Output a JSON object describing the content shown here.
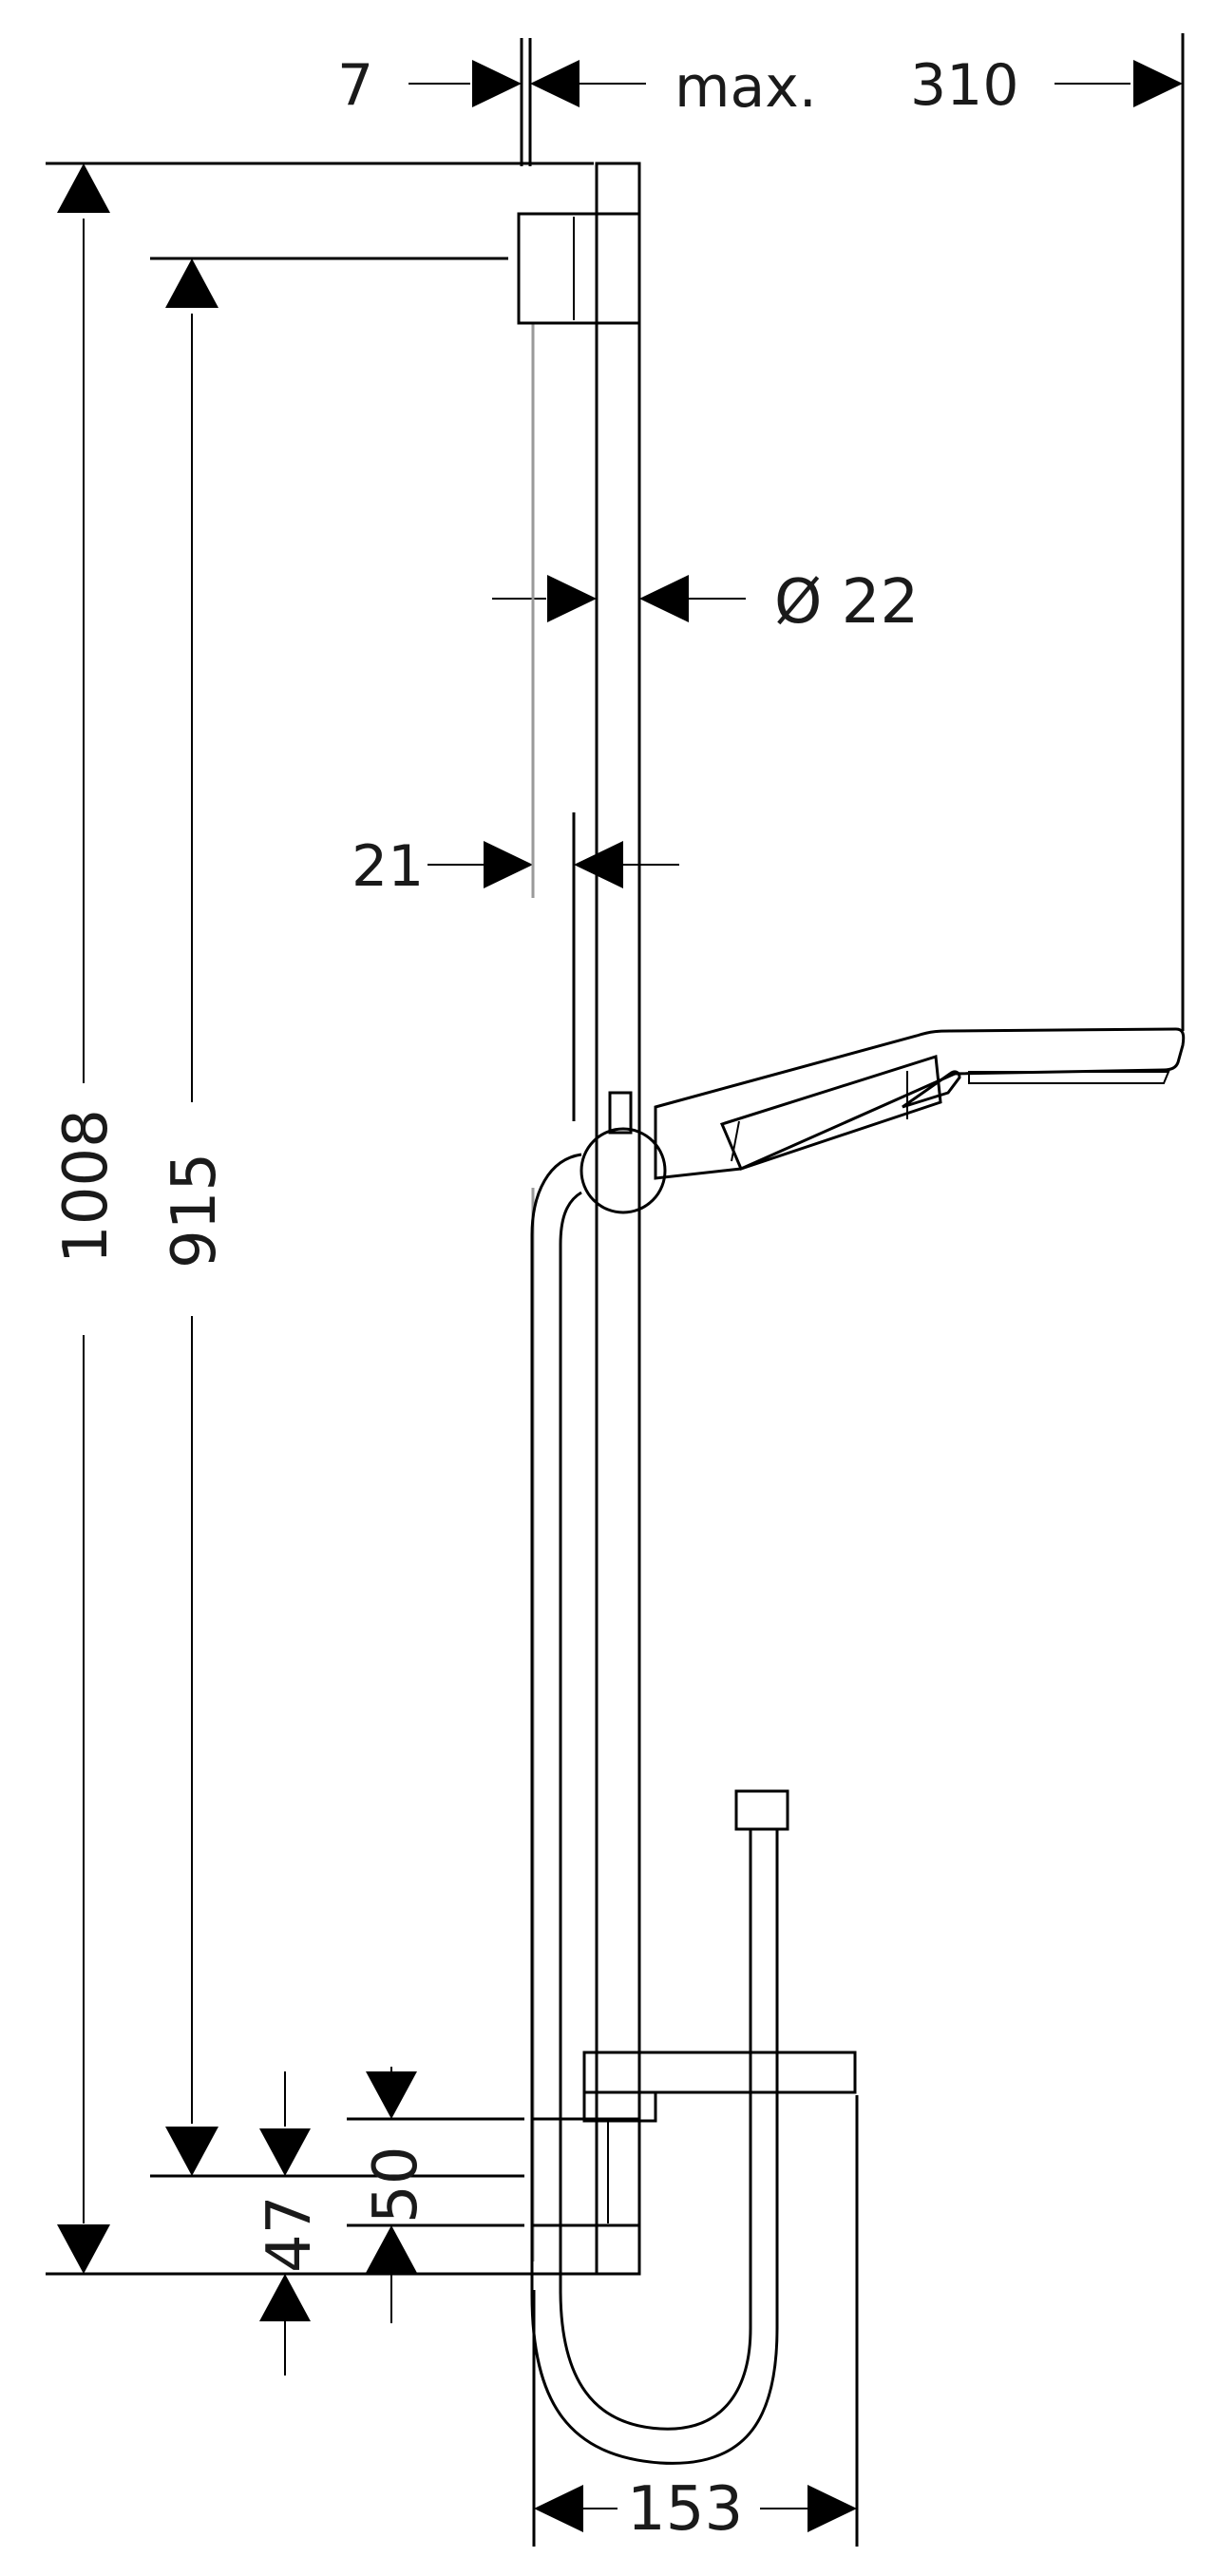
{
  "diagram": {
    "dimensions": {
      "offset_top": "7",
      "max_label": "max.",
      "reach": "310",
      "bar_diameter": "Ø 22",
      "bracket_offset": "21",
      "total_height": "1008",
      "bracket_spacing": "915",
      "lower_a": "50",
      "lower_b": "47",
      "shelf_width": "153"
    },
    "colors": {
      "line": "#000000",
      "secondary_line": "#9a9a9a",
      "background": "#ffffff"
    }
  }
}
